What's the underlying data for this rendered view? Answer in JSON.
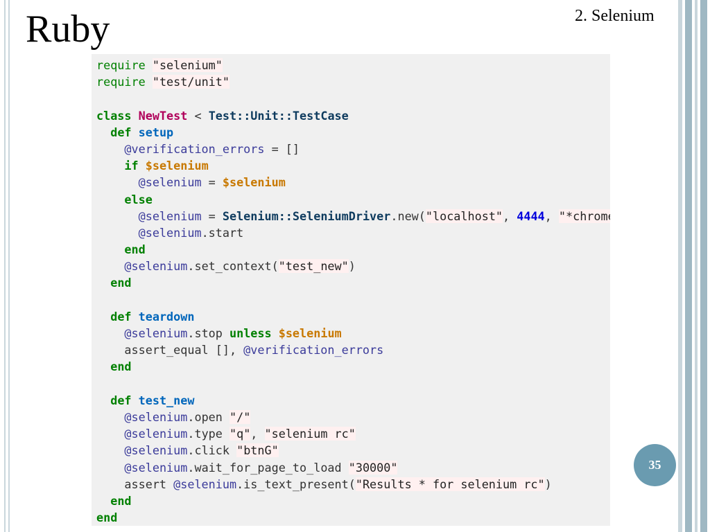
{
  "slide": {
    "title": "Ruby",
    "section": "2. Selenium",
    "page_number": "35"
  },
  "code": {
    "lines": [
      [
        {
          "t": "kw0",
          "v": "require"
        },
        {
          "t": "op",
          "v": " "
        },
        {
          "t": "str",
          "v": "\"selenium\""
        }
      ],
      [
        {
          "t": "kw0",
          "v": "require"
        },
        {
          "t": "op",
          "v": " "
        },
        {
          "t": "str",
          "v": "\"test/unit\""
        }
      ],
      [],
      [
        {
          "t": "kw",
          "v": "class"
        },
        {
          "t": "op",
          "v": " "
        },
        {
          "t": "cls",
          "v": "NewTest"
        },
        {
          "t": "op",
          "v": " < "
        },
        {
          "t": "mod",
          "v": "Test::Unit::TestCase"
        }
      ],
      [
        {
          "t": "op",
          "v": "  "
        },
        {
          "t": "kw",
          "v": "def"
        },
        {
          "t": "op",
          "v": " "
        },
        {
          "t": "fn",
          "v": "setup"
        }
      ],
      [
        {
          "t": "op",
          "v": "    "
        },
        {
          "t": "ivar",
          "v": "@verification_errors"
        },
        {
          "t": "op",
          "v": " = []"
        }
      ],
      [
        {
          "t": "op",
          "v": "    "
        },
        {
          "t": "kw",
          "v": "if"
        },
        {
          "t": "op",
          "v": " "
        },
        {
          "t": "gvar",
          "v": "$selenium"
        }
      ],
      [
        {
          "t": "op",
          "v": "      "
        },
        {
          "t": "ivar",
          "v": "@selenium"
        },
        {
          "t": "op",
          "v": " = "
        },
        {
          "t": "gvar",
          "v": "$selenium"
        }
      ],
      [
        {
          "t": "op",
          "v": "    "
        },
        {
          "t": "kw",
          "v": "else"
        }
      ],
      [
        {
          "t": "op",
          "v": "      "
        },
        {
          "t": "ivar",
          "v": "@selenium"
        },
        {
          "t": "op",
          "v": " = "
        },
        {
          "t": "mod",
          "v": "Selenium::SeleniumDriver"
        },
        {
          "t": "op",
          "v": ".new("
        },
        {
          "t": "str",
          "v": "\"localhost\""
        },
        {
          "t": "op",
          "v": ", "
        },
        {
          "t": "num",
          "v": "4444"
        },
        {
          "t": "op",
          "v": ", "
        },
        {
          "t": "str",
          "v": "\"*chrome\""
        }
      ],
      [
        {
          "t": "op",
          "v": "      "
        },
        {
          "t": "ivar",
          "v": "@selenium"
        },
        {
          "t": "op",
          "v": ".start"
        }
      ],
      [
        {
          "t": "op",
          "v": "    "
        },
        {
          "t": "kw",
          "v": "end"
        }
      ],
      [
        {
          "t": "op",
          "v": "    "
        },
        {
          "t": "ivar",
          "v": "@selenium"
        },
        {
          "t": "op",
          "v": ".set_context("
        },
        {
          "t": "str",
          "v": "\"test_new\""
        },
        {
          "t": "op",
          "v": ")"
        }
      ],
      [
        {
          "t": "op",
          "v": "  "
        },
        {
          "t": "kw",
          "v": "end"
        }
      ],
      [],
      [
        {
          "t": "op",
          "v": "  "
        },
        {
          "t": "kw",
          "v": "def"
        },
        {
          "t": "op",
          "v": " "
        },
        {
          "t": "fn",
          "v": "teardown"
        }
      ],
      [
        {
          "t": "op",
          "v": "    "
        },
        {
          "t": "ivar",
          "v": "@selenium"
        },
        {
          "t": "op",
          "v": ".stop "
        },
        {
          "t": "kw",
          "v": "unless"
        },
        {
          "t": "op",
          "v": " "
        },
        {
          "t": "gvar",
          "v": "$selenium"
        }
      ],
      [
        {
          "t": "op",
          "v": "    assert_equal [], "
        },
        {
          "t": "ivar",
          "v": "@verification_errors"
        }
      ],
      [
        {
          "t": "op",
          "v": "  "
        },
        {
          "t": "kw",
          "v": "end"
        }
      ],
      [],
      [
        {
          "t": "op",
          "v": "  "
        },
        {
          "t": "kw",
          "v": "def"
        },
        {
          "t": "op",
          "v": " "
        },
        {
          "t": "fn",
          "v": "test_new"
        }
      ],
      [
        {
          "t": "op",
          "v": "    "
        },
        {
          "t": "ivar",
          "v": "@selenium"
        },
        {
          "t": "op",
          "v": ".open "
        },
        {
          "t": "str",
          "v": "\"/\""
        }
      ],
      [
        {
          "t": "op",
          "v": "    "
        },
        {
          "t": "ivar",
          "v": "@selenium"
        },
        {
          "t": "op",
          "v": ".type "
        },
        {
          "t": "str",
          "v": "\"q\""
        },
        {
          "t": "op",
          "v": ", "
        },
        {
          "t": "str",
          "v": "\"selenium rc\""
        }
      ],
      [
        {
          "t": "op",
          "v": "    "
        },
        {
          "t": "ivar",
          "v": "@selenium"
        },
        {
          "t": "op",
          "v": ".click "
        },
        {
          "t": "str",
          "v": "\"btnG\""
        }
      ],
      [
        {
          "t": "op",
          "v": "    "
        },
        {
          "t": "ivar",
          "v": "@selenium"
        },
        {
          "t": "op",
          "v": ".wait_for_page_to_load "
        },
        {
          "t": "str",
          "v": "\"30000\""
        }
      ],
      [
        {
          "t": "op",
          "v": "    assert "
        },
        {
          "t": "ivar",
          "v": "@selenium"
        },
        {
          "t": "op",
          "v": ".is_text_present("
        },
        {
          "t": "str",
          "v": "\"Results * for selenium rc\""
        },
        {
          "t": "op",
          "v": ")"
        }
      ],
      [
        {
          "t": "op",
          "v": "  "
        },
        {
          "t": "kw",
          "v": "end"
        }
      ],
      [
        {
          "t": "kw",
          "v": "end"
        }
      ]
    ]
  },
  "colors": {
    "badge": "#6a9bb0",
    "code_background": "#f0f0f0",
    "stripes": [
      "#c9d6dc",
      "#9fb8c3",
      "#c9d6dc",
      "#9fb8c3"
    ]
  }
}
